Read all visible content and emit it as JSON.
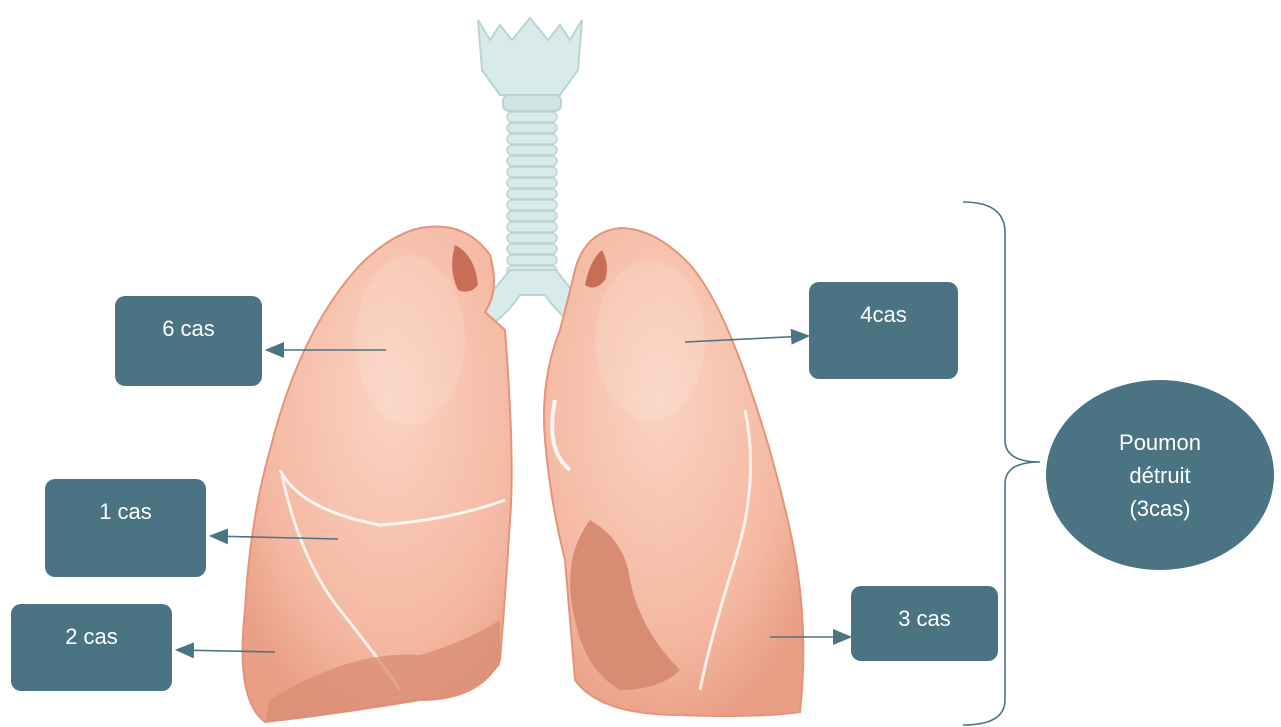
{
  "labels": {
    "upper_left": "6 cas",
    "middle_left": "1 cas",
    "lower_left": "2 cas",
    "upper_right": "4cas",
    "lower_right": "3 cas"
  },
  "destroyed_lung": {
    "line1": "Poumon",
    "line2": "détruit",
    "line3": "(3cas)"
  },
  "colors": {
    "box_fill": "#4a7484",
    "lung_fill": "#f4b8a2",
    "lung_shadow": "#d98c74",
    "trachea_fill": "#d8ebea",
    "arrow": "#4a7484"
  },
  "icons": {
    "lungs": "lungs-illustration",
    "trachea": "trachea-illustration"
  }
}
